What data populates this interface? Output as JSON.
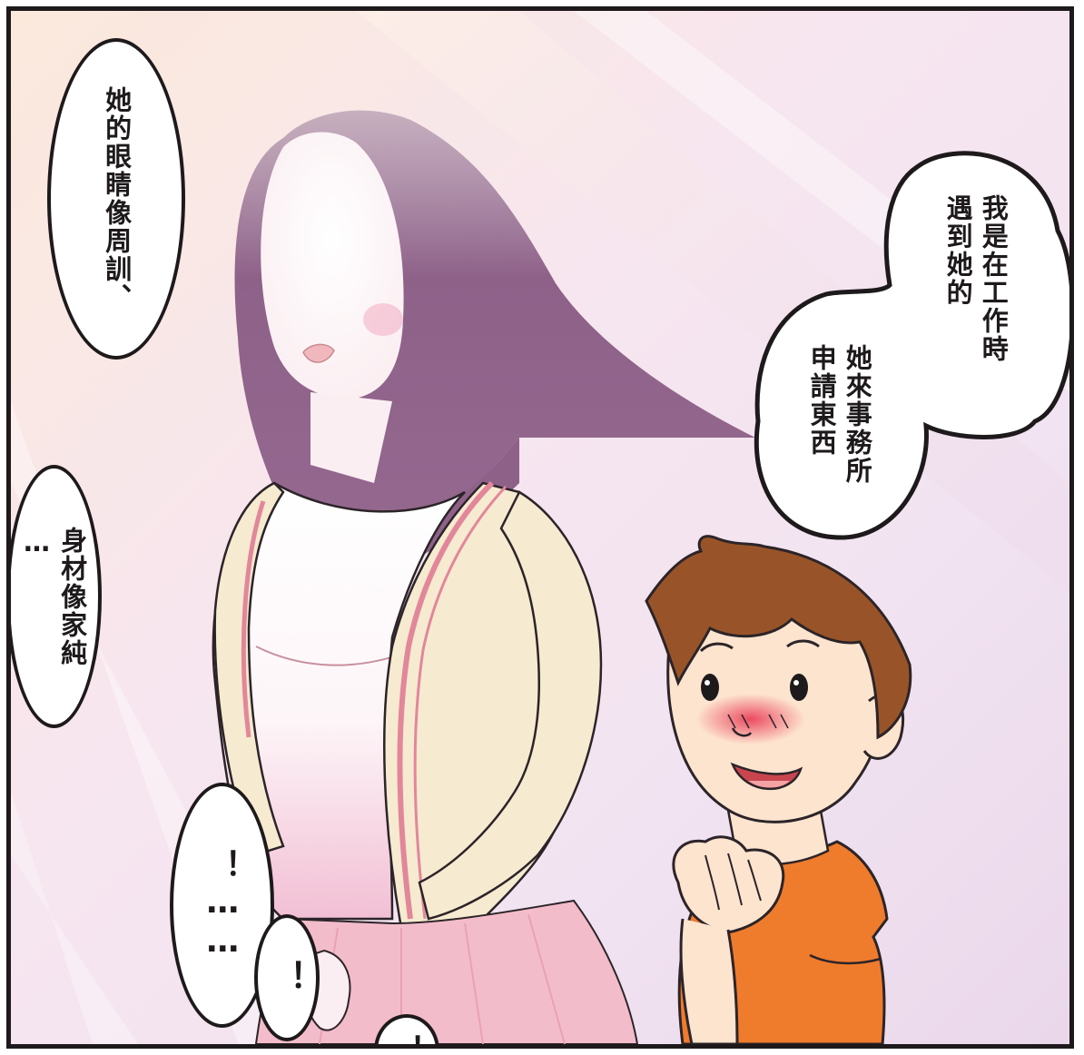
{
  "speech": {
    "eyes": "她的眼睛像周訓、",
    "body_line1": "身材像家純",
    "body_line2": "…",
    "work_line1": "我是在工作時",
    "work_line2": "遇到她的",
    "office_line1": "她來事務所",
    "office_line2": "申請東西",
    "ex1": "！……",
    "ex2": "！",
    "ex3": "！"
  },
  "colors": {
    "hair": "#8e6189",
    "cardigan": "#f6ead0",
    "stripe": "#e2879a",
    "skirt": "#f3bccb",
    "boy_hair": "#985428",
    "boy_shirt": "#ef7b2d",
    "skin": "#fde4cf",
    "outline": "#1e1a1c"
  }
}
